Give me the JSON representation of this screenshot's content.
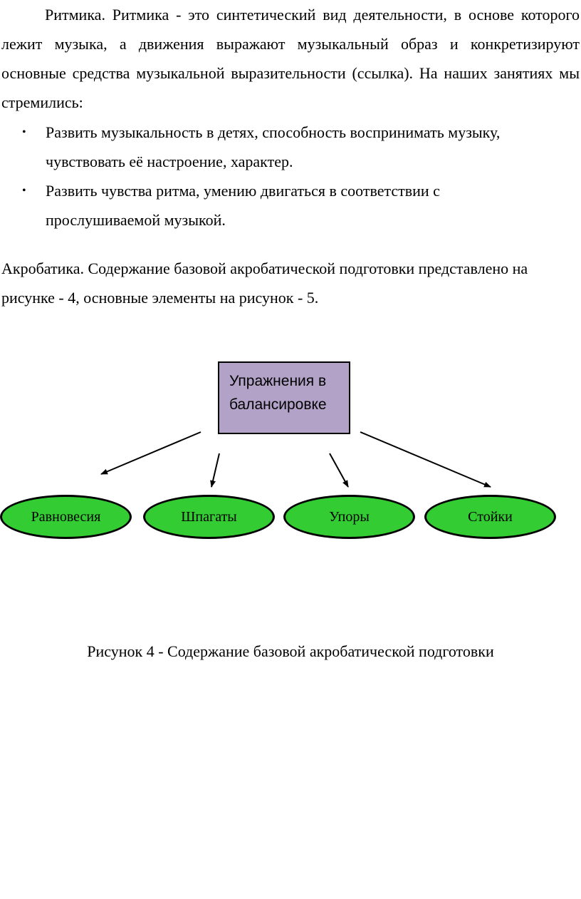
{
  "rhythmics": {
    "text": "Ритмика. Ритмика - это синтетический вид деятельности, в основе которого лежит музыка, а движения выражают музыкальный образ и конкретизируют основные средства музыкальной выразительности (ссылка). На наших занятиях мы стремились:"
  },
  "goals": [
    {
      "text": "Развить музыкальность в детях, способность воспринимать музыку, чувствовать её настроение, характер."
    },
    {
      "text": "Развить чувства ритма, умению двигаться в соответствии с прослушиваемой музыкой."
    }
  ],
  "bullet_glyph": "•",
  "acrobatics": {
    "text": "Акробатика. Содержание базовой акробатической подготовки  представлено на рисунке  -  4, основные элементы на рисунок - 5."
  },
  "diagram": {
    "root": "Упражнения в балансировке",
    "root_color": "#b2a2c7",
    "node_color": "#33cc33",
    "nodes": [
      "Равновесия",
      "Шпагаты",
      "Упоры",
      "Стойки"
    ]
  },
  "caption": "Рисунок 4 - Содержание базовой акробатической подготовки"
}
